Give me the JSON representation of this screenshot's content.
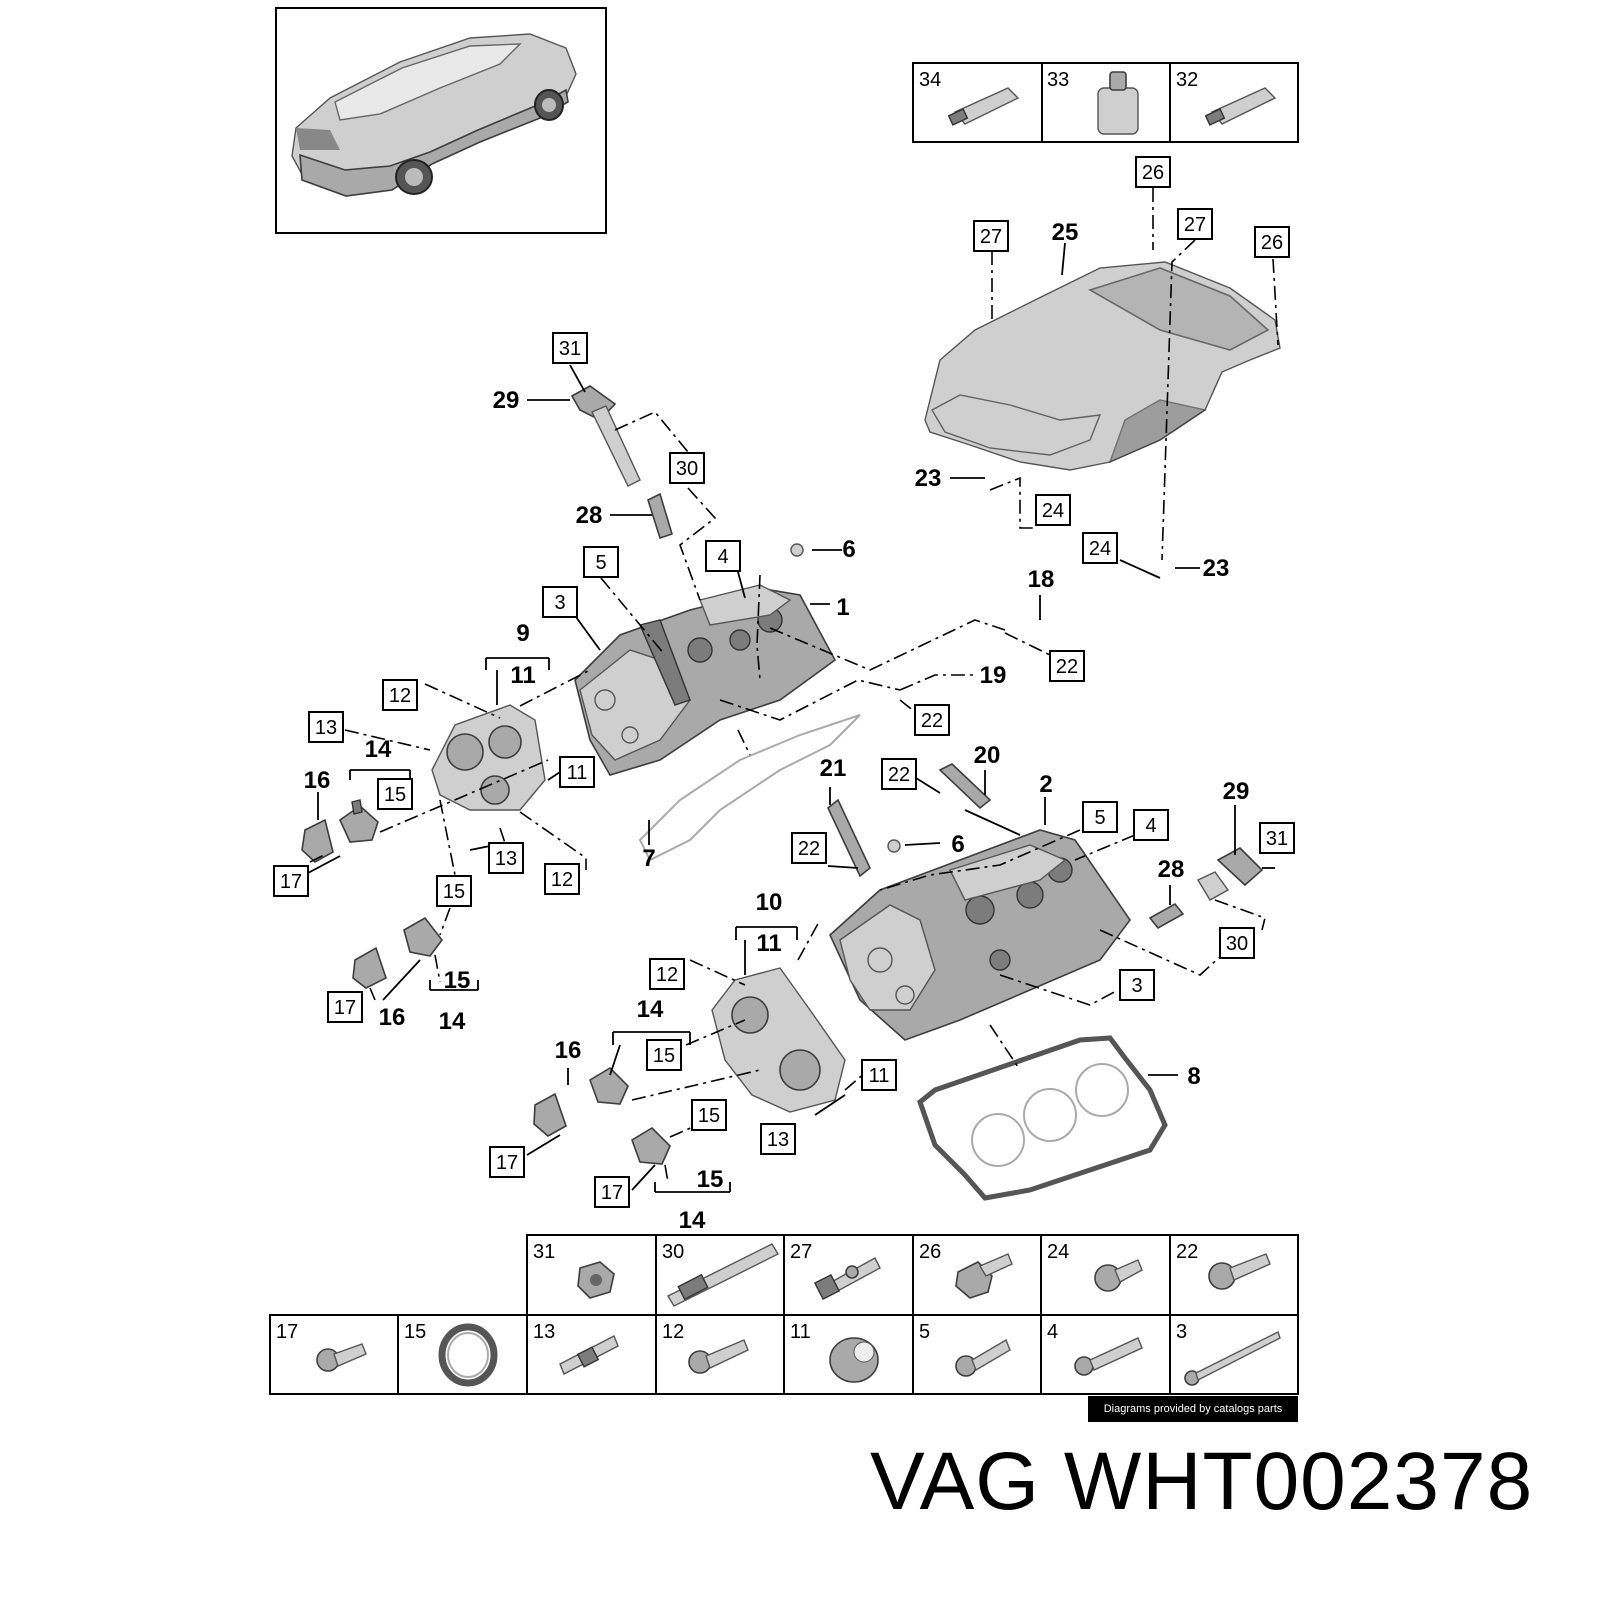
{
  "brand": {
    "text": "VAG WHT002378"
  },
  "credit": {
    "text": "Diagrams provided by catalogs parts"
  },
  "top_parts_table": {
    "cells": [
      "34",
      "33",
      "32"
    ]
  },
  "bottom_parts_table": {
    "row1": [
      "31",
      "30",
      "27",
      "26",
      "24",
      "22"
    ],
    "row2": [
      "17",
      "15",
      "13",
      "12",
      "11",
      "5",
      "4",
      "3"
    ]
  },
  "callouts": {
    "boxed": [
      "26",
      "27",
      "27",
      "26",
      "31",
      "30",
      "24",
      "24",
      "5",
      "4",
      "3",
      "12",
      "13",
      "15",
      "17",
      "11",
      "13",
      "12",
      "15",
      "17",
      "22",
      "22",
      "22",
      "22",
      "5",
      "4",
      "31",
      "30",
      "3",
      "12",
      "15",
      "17",
      "11",
      "15",
      "13",
      "17"
    ],
    "bold": [
      "25",
      "29",
      "28",
      "6",
      "1",
      "9",
      "11",
      "14",
      "16",
      "23",
      "23",
      "18",
      "19",
      "7",
      "21",
      "20",
      "2",
      "6",
      "29",
      "28",
      "10",
      "11",
      "14",
      "16",
      "16",
      "15",
      "14",
      "8",
      "15",
      "14"
    ]
  },
  "icons": [
    "vehicle-thumbnail",
    "sealant-tube-icon",
    "sealant-bottle-icon",
    "bolt-icon",
    "nut-icon",
    "stud-icon",
    "seal-ring-icon",
    "sleeve-icon"
  ]
}
